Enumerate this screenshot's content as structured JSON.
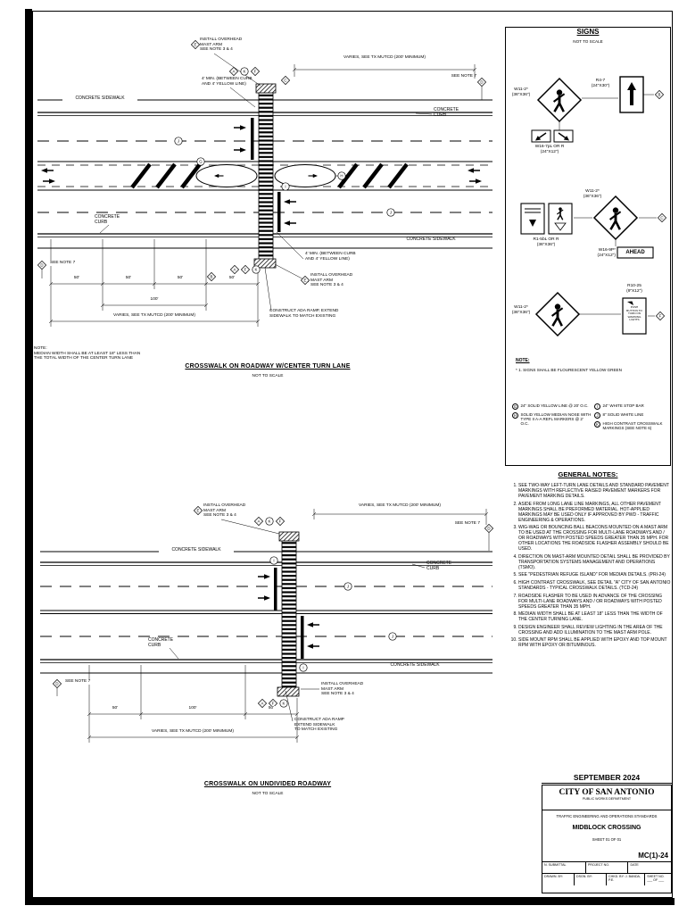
{
  "shared": {
    "not_to_scale": "NOT TO SCALE",
    "concrete_sidewalk": "CONCRETE SIDEWALK",
    "concrete_curb": "CONCRETE CURB",
    "install_mast_l1": "INSTALL OVERHEAD",
    "install_mast_l2": "MAST ARM",
    "install_mast_l3": "SEE NOTE 3 & 4",
    "varies": "VARIES, SEE TX MUTCD (200' MINIMUM)",
    "see_note_7": "SEE NOTE 7",
    "min4_l1": "4' MIN. (BETWEEN CURB",
    "min4_l2": "AND 4' YELLOW LINE)",
    "d50": "50'",
    "d100": "100'"
  },
  "diagram1": {
    "title": "CROSSWALK ON ROADWAY W/CENTER TURN LANE",
    "ada_l1": "CONSTRUCT ADA RAMP, EXTEND",
    "ada_l2": "SIDEWALK TO MATCH EXISTING",
    "note_title": "NOTE:",
    "note_l1": "MEDIAN WIDTH SHALL BE AT LEAST 18\" LESS THAN",
    "note_l2": "THE TOTAL WIDTH OF THE CENTER TURN LANE"
  },
  "diagram2": {
    "title": "CROSSWALK ON UNDIVIDED ROADWAY",
    "ada_l1": "CONSTRUCT ADA RAMP",
    "ada_l2": "EXTEND SIDEWALK",
    "ada_l3": "TO MATCH EXISTING"
  },
  "markers": {
    "A": "A",
    "B": "B",
    "C": "C",
    "D": "D",
    "E": "E",
    "F": "F",
    "G": "G",
    "H": "H",
    "I": "I",
    "J": "J",
    "K": "K"
  },
  "signs": {
    "title": "SIGNS",
    "not_to_scale": "NOT TO SCALE",
    "w11_2": "W11-2",
    "star": "*",
    "size_36": "(36\"X36\")",
    "r4_7": "R4-7",
    "size_24x30": "(24\"X30\")",
    "w16_7p": "W16-7pL OR R",
    "size_24x12": "(24\"X12\")",
    "r1_5b": "R1-5bL OR R",
    "w16_9p": "W16-9P",
    "ahead": "AHEAD",
    "r10_25": "R10-25",
    "size_9x12": "(9\"X12\")",
    "push_button": "PUSH BUTTON TO TURN ON WARNING LIGHTS",
    "note_title": "NOTE:",
    "note": "1. SIGNS SHALL BE FLOURESCENT YELLOW GREEN",
    "legend": [
      {
        "key": "G",
        "text": "24\" SOLID YELLOW LINE @ 20' O.C."
      },
      {
        "key": "H",
        "text": "SOLID YELLOW MEDIAN NOSE WITH TYPE II A-A REFL MARKERS @ 2' O.C."
      },
      {
        "key": "I",
        "text": "24\" WHITE STOP BAR"
      },
      {
        "key": "J",
        "text": "8\" SOLID WHITE LINE"
      },
      {
        "key": "K",
        "text": "HIGH CONTRAST CROSSWALK MARKINGS (SEE NOTE 6)"
      }
    ]
  },
  "general_notes": {
    "title": "GENERAL NOTES:",
    "items": [
      "SEE TWO-WAY LEFT-TURN LANE DETAILS AND STANDARD PAVEMENT MARKINGS WITH REFLECTIVE RAISED PAVEMENT MARKERS FOR PAVEMENT MARKING DETAILS.",
      "ASIDE FROM LONG LANE LINE MARKINGS, ALL OTHER PAVEMENT MARKINGS SHALL BE PREFORMED MATERIAL. HOT-APPLIED MARKINGS MAY BE USED ONLY IF APPROVED BY PWD - TRAFFIC ENGINEERING & OPERATIONS.",
      "WIG-WAG OR BOUNCING BALL BEACONS MOUNTED ON A MAST ARM TO BE USED AT THE CROSSING FOR MULTI-LANE ROADWAYS AND / OR ROADWAYS WITH POSTED SPEEDS GREATER THAN 35 MPH. FOR OTHER LOCATIONS THE ROADSIDE FLASHER ASSEMBLY SHOULD BE USED.",
      "DIRECTION ON MAST-ARM MOUNTED DETAIL SHALL BE PROVIDED BY TRANSPORTATION SYSTEMS MANAGEMENT AND OPERATIONS (TSMO).",
      "SEE \"PEDESTRIAN REFUGE ISLAND\" FOR MEDIAN DETAILS. (PRI-24)",
      "HIGH CONTRAST CROSSWALK, SEE DETAIL \"A\" CITY OF SAN ANTONIO STANDARDS - TYPICAL CROSSWALK DETAILS. (TCD-24)",
      "ROADSIDE FLASHER TO BE USED IN ADVANCE OF THE CROSSING FOR MULTI-LANE ROADWAYS AND / OR ROADWAYS WITH POSTED SPEEDS GREATER THAN 35 MPH.",
      "MEDIAN WIDTH SHALL BE AT LEAST 18\" LESS THAN THE WIDTH OF THE CENTER TURNING LANE.",
      "DESIGN ENGINEER SHALL REVIEW LIGHTING IN THE AREA OF THE CROSSING AND ADD ILLUMINATION TO THE MAST ARM POLE.",
      "SIDE MOUNT RPM SHALL BE APPLIED WITH EPOXY AND TOP MOUNT RPM WITH EPOXY OR BITUMINOUS."
    ]
  },
  "title_block": {
    "date": "SEPTEMBER 2024",
    "agency": "CITY OF SAN ANTONIO",
    "department": "PUBLIC WORKS DEPARTMENT",
    "standards": "TRAFFIC ENGINEERING AND OPERATIONS STANDARDS",
    "sheet_title": "MIDBLOCK CROSSING",
    "sheet_of": "SHEET 01 OF 01",
    "code": "MC(1)-24",
    "field_submittal": "N. SUBMITTAL",
    "field_project": "PROJECT NO.",
    "field_date": "DATE",
    "field_drawn": "DRAWN. BY:",
    "field_dsgn": "DSGN. BY:",
    "field_chkd": "CHKD. BY: J. BANDA, P.E.",
    "field_sheet_no": "SHEET NO. ___ OF ___"
  }
}
